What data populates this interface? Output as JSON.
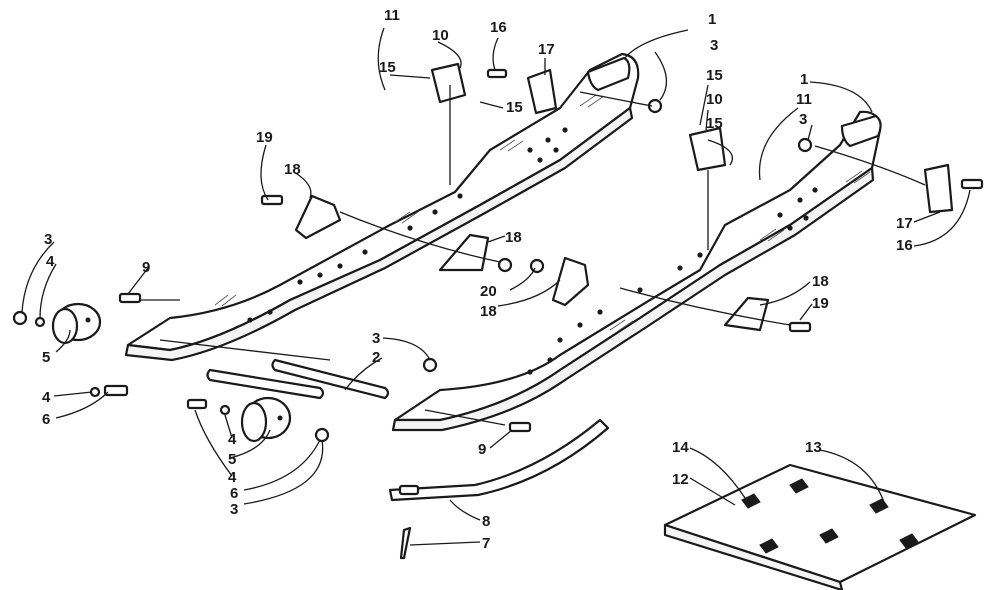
{
  "diagram": {
    "callouts": [
      {
        "id": "c-11-a",
        "text": "11"
      },
      {
        "id": "c-10-a",
        "text": "10"
      },
      {
        "id": "c-15-a",
        "text": "15"
      },
      {
        "id": "c-15-b",
        "text": "15"
      },
      {
        "id": "c-16-a",
        "text": "16"
      },
      {
        "id": "c-17-a",
        "text": "17"
      },
      {
        "id": "c-1-a",
        "text": "1"
      },
      {
        "id": "c-3-a",
        "text": "3"
      },
      {
        "id": "c-15-c",
        "text": "15"
      },
      {
        "id": "c-10-b",
        "text": "10"
      },
      {
        "id": "c-15-d",
        "text": "15"
      },
      {
        "id": "c-1-b",
        "text": "1"
      },
      {
        "id": "c-11-b",
        "text": "11"
      },
      {
        "id": "c-3-b",
        "text": "3"
      },
      {
        "id": "c-19-a",
        "text": "19"
      },
      {
        "id": "c-18-a",
        "text": "18"
      },
      {
        "id": "c-18-b",
        "text": "18"
      },
      {
        "id": "c-17-b",
        "text": "17"
      },
      {
        "id": "c-16-b",
        "text": "16"
      },
      {
        "id": "c-3-c",
        "text": "3"
      },
      {
        "id": "c-4-a",
        "text": "4"
      },
      {
        "id": "c-9-a",
        "text": "9"
      },
      {
        "id": "c-20-a",
        "text": "20"
      },
      {
        "id": "c-18-c",
        "text": "18"
      },
      {
        "id": "c-18-d",
        "text": "18"
      },
      {
        "id": "c-19-b",
        "text": "19"
      },
      {
        "id": "c-5-a",
        "text": "5"
      },
      {
        "id": "c-3-d",
        "text": "3"
      },
      {
        "id": "c-2-a",
        "text": "2"
      },
      {
        "id": "c-4-b",
        "text": "4"
      },
      {
        "id": "c-6-a",
        "text": "6"
      },
      {
        "id": "c-4-c",
        "text": "4"
      },
      {
        "id": "c-5-b",
        "text": "5"
      },
      {
        "id": "c-4-d",
        "text": "4"
      },
      {
        "id": "c-6-b",
        "text": "6"
      },
      {
        "id": "c-3-e",
        "text": "3"
      },
      {
        "id": "c-9-b",
        "text": "9"
      },
      {
        "id": "c-14-a",
        "text": "14"
      },
      {
        "id": "c-13-a",
        "text": "13"
      },
      {
        "id": "c-12-a",
        "text": "12"
      },
      {
        "id": "c-8-a",
        "text": "8"
      },
      {
        "id": "c-7-a",
        "text": "7"
      }
    ]
  }
}
